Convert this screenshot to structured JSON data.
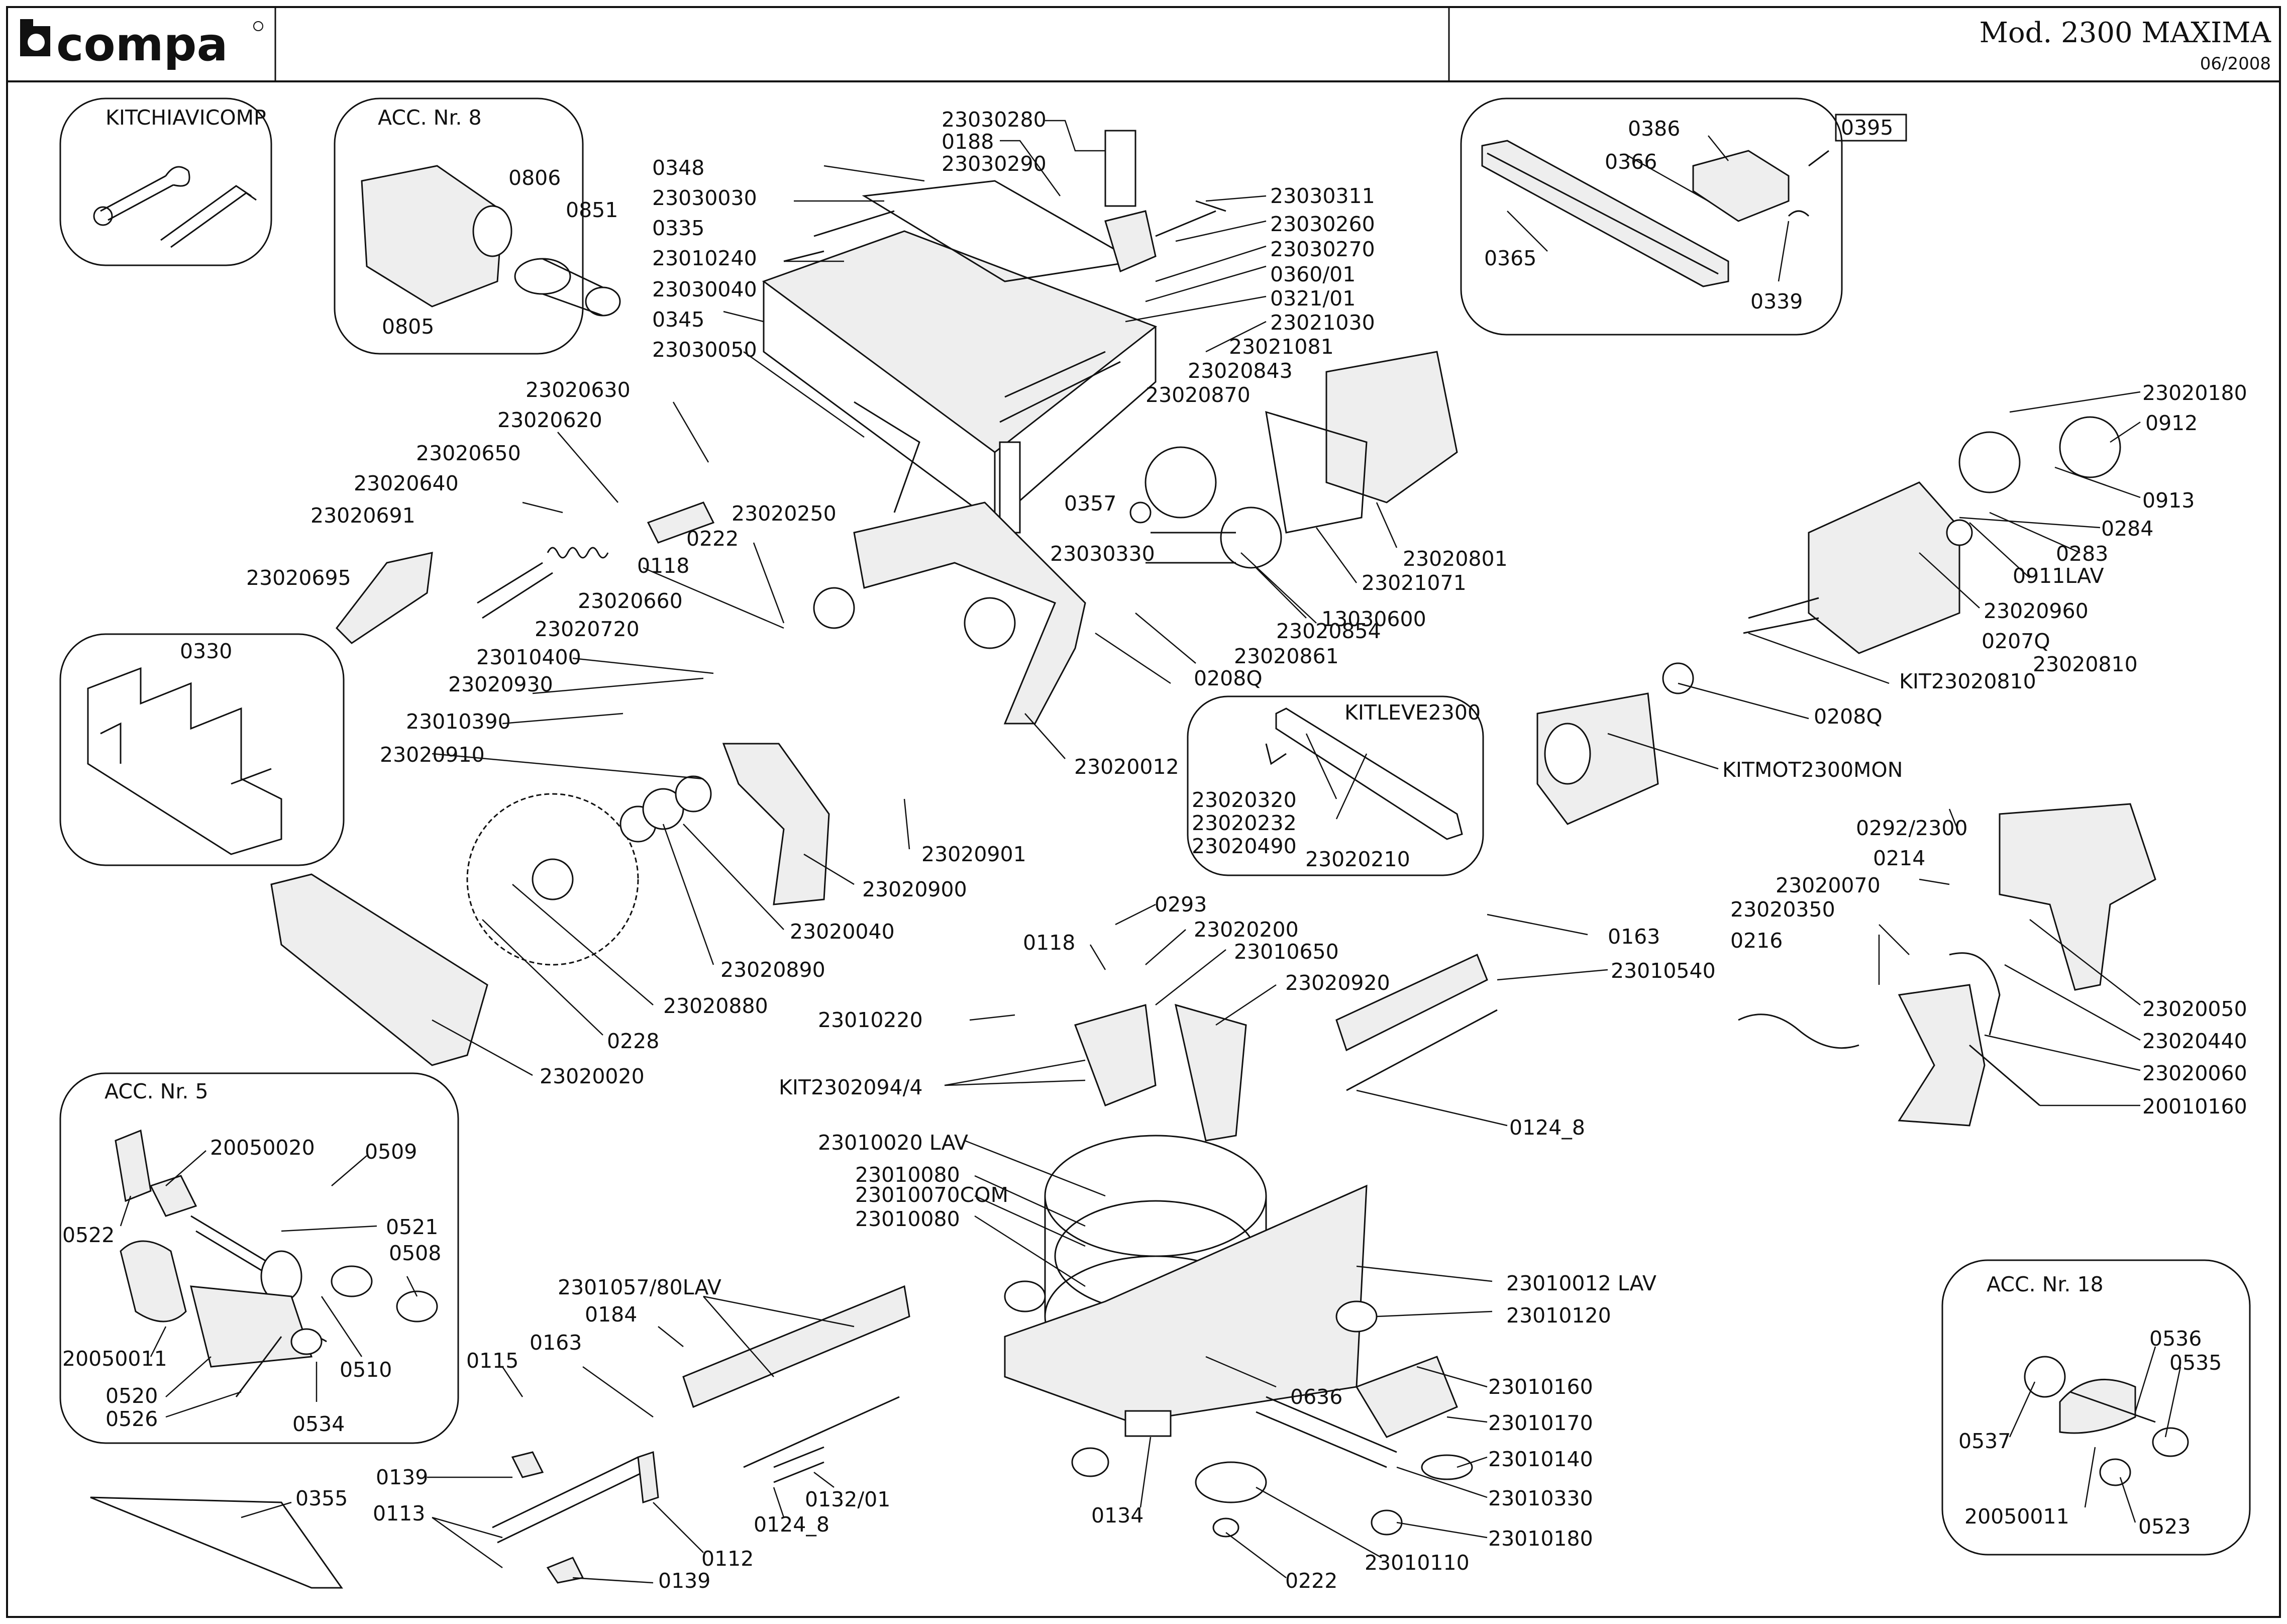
{
  "header": {
    "brand": "compa",
    "model": "Mod. 2300 MAXIMA",
    "date": "06/2008"
  },
  "groups": {
    "kitchiavicomp": "KITCHIAVICOMP",
    "acc8": "ACC. Nr. 8",
    "acc5": "ACC. Nr. 5",
    "acc18": "ACC. Nr. 18",
    "kitleve": "KITLEVE2300",
    "box0330": "0330",
    "box0395": "0395"
  },
  "labels": {
    "p0806": "0806",
    "p0851": "0851",
    "p0805": "0805",
    "p23030280": "23030280",
    "p0188": "0188",
    "p23030290": "23030290",
    "p0348": "0348",
    "p23030030": "23030030",
    "p0335": "0335",
    "p23010240": "23010240",
    "p23030040": "23030040",
    "p0345": "0345",
    "p23030050": "23030050",
    "p23030311": "23030311",
    "p23030260": "23030260",
    "p23030270": "23030270",
    "p0360_01": "0360/01",
    "p0321_01": "0321/01",
    "p23021030": "23021030",
    "p23021081": "23021081",
    "p23020843": "23020843",
    "p23020870": "23020870",
    "p0386": "0386",
    "p0366": "0366",
    "p0365": "0365",
    "p0339": "0339",
    "p23020180": "23020180",
    "p0912": "0912",
    "p0913": "0913",
    "p0284": "0284",
    "p0283": "0283",
    "p0911LAV": "0911LAV",
    "p23020960": "23020960",
    "p0207Q": "0207Q",
    "p23020810": "23020810",
    "pKIT23020810": "KIT23020810",
    "p0208Q_r": "0208Q",
    "pKITMOT": "KITMOT2300MON",
    "p23020630": "23020630",
    "p23020620": "23020620",
    "p23020650": "23020650",
    "p23020640": "23020640",
    "p23020691": "23020691",
    "p23020695": "23020695",
    "p23020250": "23020250",
    "p0357": "0357",
    "p23030330": "23030330",
    "p0222_t": "0222",
    "p0118_t": "0118",
    "p23020660": "23020660",
    "p23020720": "23020720",
    "p23010400": "23010400",
    "p23020930": "23020930",
    "p23010390": "23010390",
    "p23020910": "23020910",
    "p23020801": "23020801",
    "p23021071": "23021071",
    "p13030600": "13030600",
    "p23020854": "23020854",
    "p23020861": "23020861",
    "p0208Q_c": "0208Q",
    "p23020012": "23020012",
    "p23020901": "23020901",
    "p23020900": "23020900",
    "p23020040": "23020040",
    "p23020890": "23020890",
    "p23020880": "23020880",
    "p0228": "0228",
    "p23020020": "23020020",
    "p23020320": "23020320",
    "p23020232": "23020232",
    "p23020490": "23020490",
    "p23020210": "23020210",
    "p0292_2300": "0292/2300",
    "p0214": "0214",
    "p23020070": "23020070",
    "p23020350": "23020350",
    "p0216": "0216",
    "p23020050": "23020050",
    "p23020440": "23020440",
    "p23020060": "23020060",
    "p20010160": "20010160",
    "p0163_r": "0163",
    "p23010540": "23010540",
    "p0124_8_r": "0124_8",
    "p0293": "0293",
    "p23020200": "23020200",
    "p0118_c": "0118",
    "p23010650": "23010650",
    "p23020920": "23020920",
    "p23010220": "23010220",
    "pKIT2302094": "KIT2302094/4",
    "p23010020LAV": "23010020 LAV",
    "p23010080a": "23010080",
    "p23010070COM": "23010070COM",
    "p23010080b": "23010080",
    "p23010012LAV": "23010012 LAV",
    "p23010120": "23010120",
    "p0636": "0636",
    "p23010160": "23010160",
    "p23010170": "23010170",
    "p23010140": "23010140",
    "p23010330": "23010330",
    "p23010180": "23010180",
    "p23010110": "23010110",
    "p0222_b": "0222",
    "p0134": "0134",
    "p20050020": "20050020",
    "p0509": "0509",
    "p0521": "0521",
    "p0522": "0522",
    "p0508": "0508",
    "p20050011_a": "20050011",
    "p0510": "0510",
    "p0520": "0520",
    "p0526": "0526",
    "p0534": "0534",
    "p2301057": "2301057/80LAV",
    "p0184": "0184",
    "p0115": "0115",
    "p0163_b": "0163",
    "p0139_a": "0139",
    "p0113": "0113",
    "p0355": "0355",
    "p0112": "0112",
    "p0139_b": "0139",
    "p0124_8_b": "0124_8",
    "p0132_01": "0132/01",
    "p0536": "0536",
    "p0535": "0535",
    "p0537": "0537",
    "p20050011_b": "20050011",
    "p0523": "0523"
  }
}
